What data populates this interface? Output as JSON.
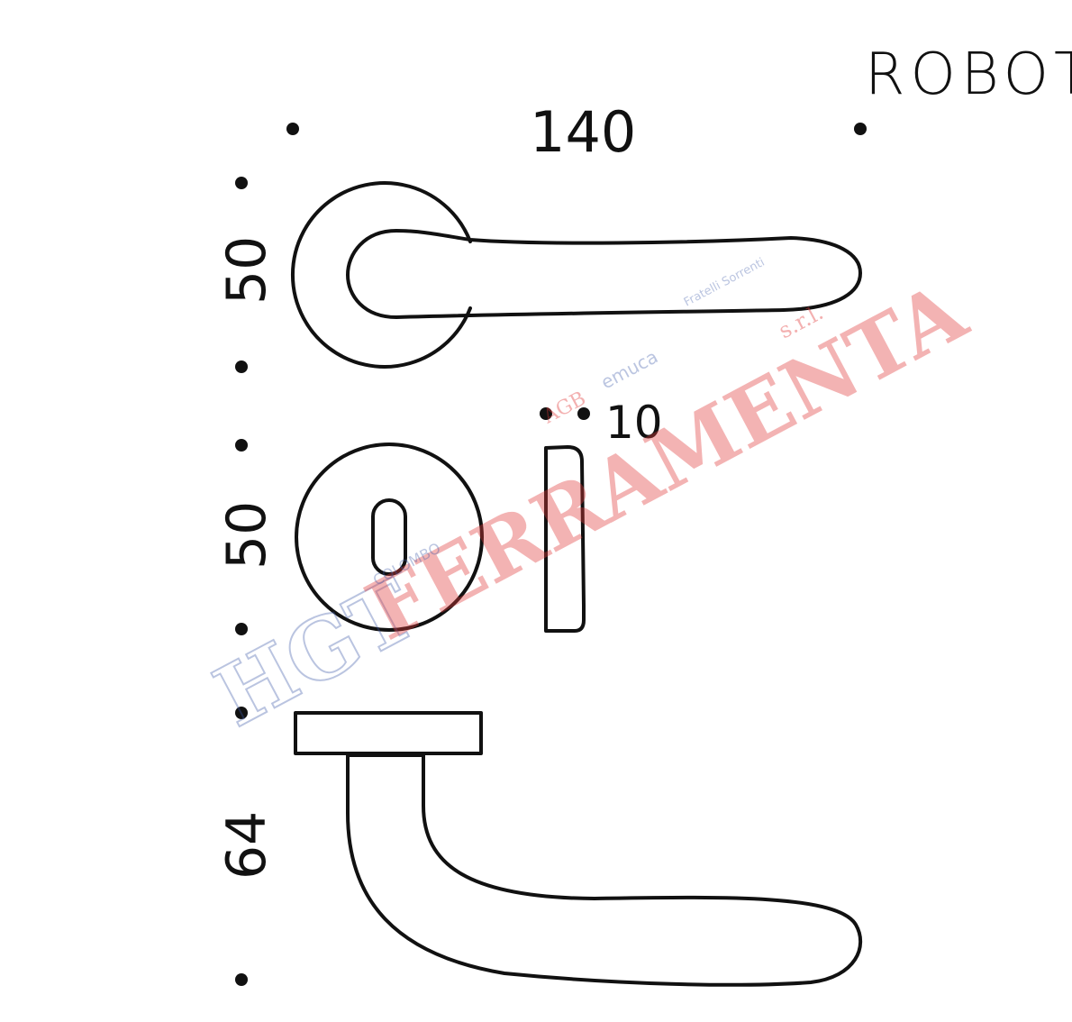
{
  "product": {
    "name": "ROBOT"
  },
  "dimensions": {
    "width_total": "140",
    "rose_diameter_top": "50",
    "escutcheon_diameter": "50",
    "rose_thickness": "10",
    "lever_projection": "64"
  },
  "watermark": {
    "logo_letters": "HGT",
    "shop_name": "FERRAMENTA",
    "suffix": "s.r.l.",
    "brands": [
      "COLOMBO",
      "AGB",
      "emuca",
      "Fratelli Sorrenti"
    ]
  },
  "colors": {
    "ink": "#111111",
    "watermark_red": "#e23b3b",
    "watermark_blue": "#3c5aa8"
  }
}
